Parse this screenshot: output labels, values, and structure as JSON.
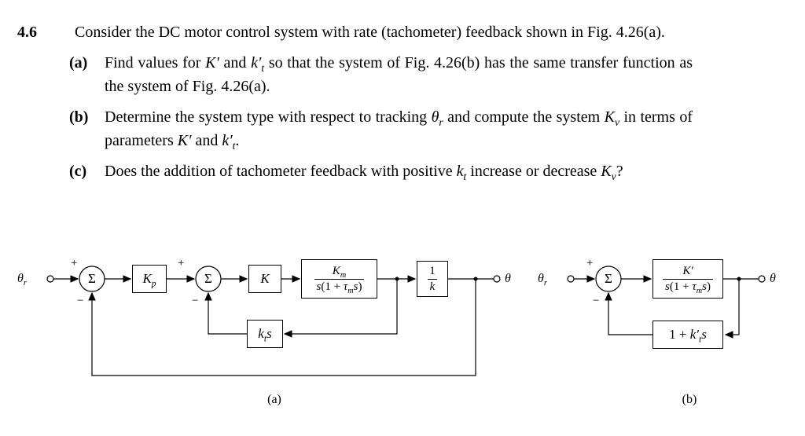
{
  "problem": {
    "number": "4.6",
    "intro_runs": [
      {
        "s": "n",
        "t": "Consider the DC motor control system with rate (tachometer) feedback shown in Fig. 4.26(a)."
      }
    ],
    "parts": [
      {
        "label": "(a)",
        "runs": [
          {
            "s": "n",
            "t": "Find values for "
          },
          {
            "s": "i",
            "t": "K′"
          },
          {
            "s": "n",
            "t": " and "
          },
          {
            "s": "i",
            "t": "k′"
          },
          {
            "s": "sub",
            "t": "t"
          },
          {
            "s": "n",
            "t": " so that the system of Fig. 4.26(b) has the same transfer function as the system of Fig. 4.26(a)."
          }
        ]
      },
      {
        "label": "(b)",
        "runs": [
          {
            "s": "n",
            "t": "Determine the system type with respect to tracking "
          },
          {
            "s": "i",
            "t": "θ"
          },
          {
            "s": "sub",
            "t": "r"
          },
          {
            "s": "n",
            "t": " and compute the system "
          },
          {
            "s": "i",
            "t": "K"
          },
          {
            "s": "sub",
            "t": "v"
          },
          {
            "s": "n",
            "t": " in terms of parameters "
          },
          {
            "s": "i",
            "t": "K′"
          },
          {
            "s": "n",
            "t": " and "
          },
          {
            "s": "i",
            "t": "k′"
          },
          {
            "s": "sub",
            "t": "t"
          },
          {
            "s": "n",
            "t": "."
          }
        ]
      },
      {
        "label": "(c)",
        "runs": [
          {
            "s": "n",
            "t": "Does the addition of tachometer feedback with positive "
          },
          {
            "s": "i",
            "t": "k"
          },
          {
            "s": "sub",
            "t": "t"
          },
          {
            "s": "n",
            "t": " increase or decrease "
          },
          {
            "s": "i",
            "t": "K"
          },
          {
            "s": "sub",
            "t": "v"
          },
          {
            "s": "n",
            "t": "?"
          }
        ]
      }
    ]
  },
  "diagram_a": {
    "caption": "(a)",
    "input_runs": [
      {
        "s": "i",
        "t": "θ"
      },
      {
        "s": "sub",
        "t": "r"
      }
    ],
    "output_runs": [
      {
        "s": "i",
        "t": "θ"
      }
    ],
    "sum1": {
      "sigma": "Σ",
      "plus": "+",
      "minus": "−"
    },
    "sum2": {
      "sigma": "Σ",
      "plus": "+",
      "minus": "−"
    },
    "block_kp": [
      {
        "s": "i",
        "t": "K"
      },
      {
        "s": "sub",
        "t": "p"
      }
    ],
    "block_k": [
      {
        "s": "i",
        "t": "K"
      }
    ],
    "block_motor_num": [
      {
        "s": "i",
        "t": "K"
      },
      {
        "s": "sub",
        "t": "m"
      }
    ],
    "block_motor_den": [
      {
        "s": "i",
        "t": "s"
      },
      {
        "s": "n",
        "t": "(1 + "
      },
      {
        "s": "i",
        "t": "τ"
      },
      {
        "s": "sub",
        "t": "m"
      },
      {
        "s": "i",
        "t": "s"
      },
      {
        "s": "n",
        "t": ")"
      }
    ],
    "block_gain_num": [
      {
        "s": "n",
        "t": "1"
      }
    ],
    "block_gain_den": [
      {
        "s": "i",
        "t": "k"
      }
    ],
    "block_tach": [
      {
        "s": "i",
        "t": "k"
      },
      {
        "s": "sub",
        "t": "t"
      },
      {
        "s": "i",
        "t": "s"
      }
    ]
  },
  "diagram_b": {
    "caption": "(b)",
    "input_runs": [
      {
        "s": "i",
        "t": "θ"
      },
      {
        "s": "sub",
        "t": "r"
      }
    ],
    "output_runs": [
      {
        "s": "i",
        "t": "θ"
      }
    ],
    "sum": {
      "sigma": "Σ",
      "plus": "+",
      "minus": "−"
    },
    "block_plant_num": [
      {
        "s": "i",
        "t": "K′"
      }
    ],
    "block_plant_den": [
      {
        "s": "i",
        "t": "s"
      },
      {
        "s": "n",
        "t": "(1 + "
      },
      {
        "s": "i",
        "t": "τ"
      },
      {
        "s": "sub",
        "t": "m"
      },
      {
        "s": "i",
        "t": "s"
      },
      {
        "s": "n",
        "t": ")"
      }
    ],
    "block_fb": [
      {
        "s": "n",
        "t": "1 + "
      },
      {
        "s": "i",
        "t": "k′"
      },
      {
        "s": "sub",
        "t": "t"
      },
      {
        "s": "i",
        "t": "s"
      }
    ]
  }
}
